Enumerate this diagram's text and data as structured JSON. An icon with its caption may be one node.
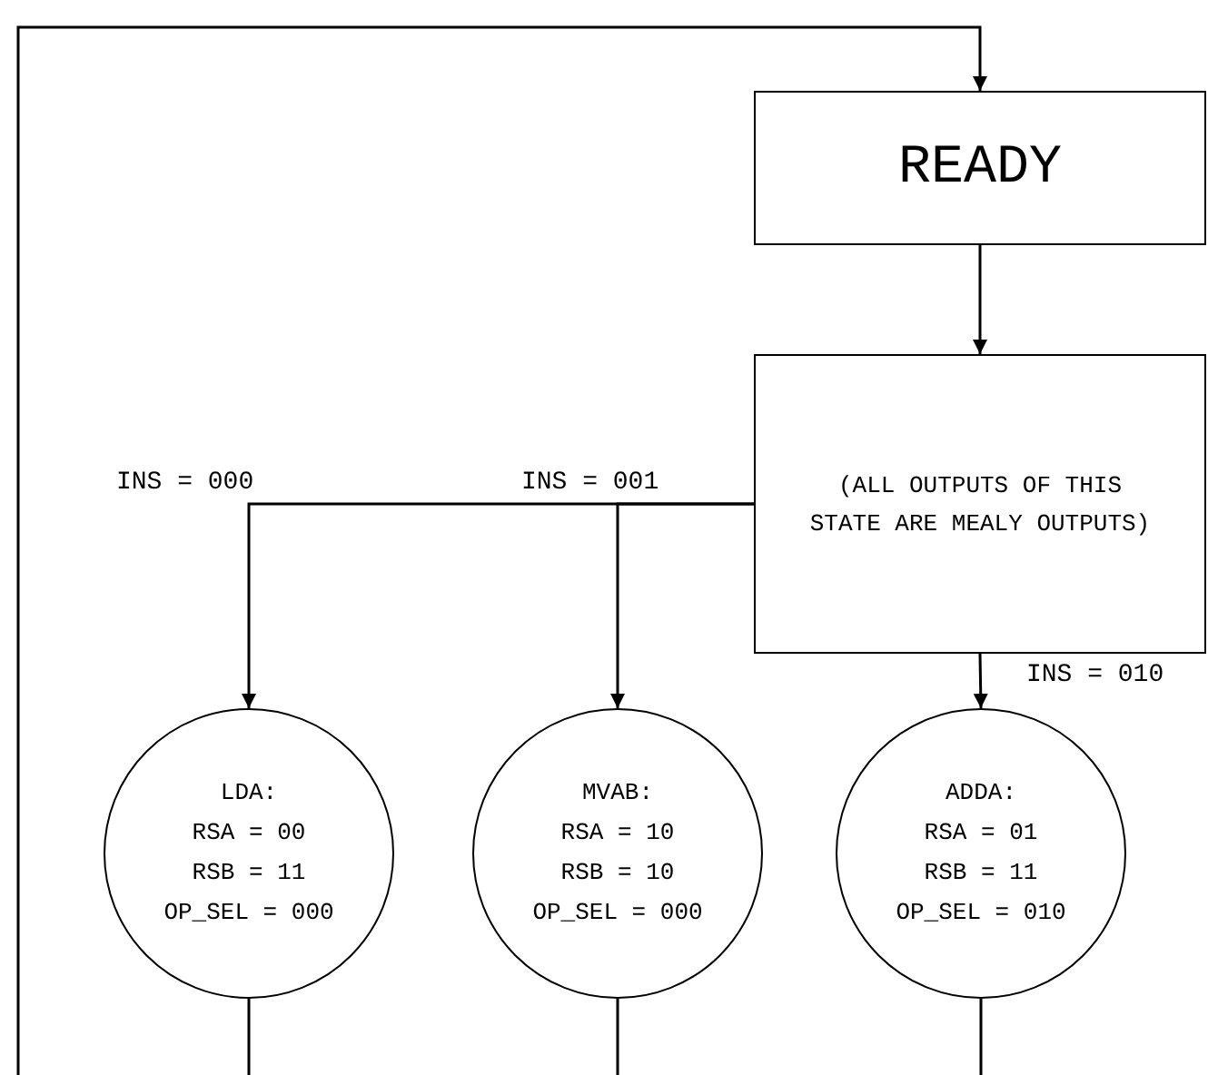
{
  "diagram": {
    "nodes": [
      {
        "text": [
          "READY"
        ]
      },
      {
        "text": [
          "(ALL OUTPUTS OF THIS STATE ARE MEALY OUTPUTS)"
        ]
      },
      {
        "text": [
          "LDA:",
          "RSA = 00",
          "RSB = 11",
          "OP_SEL = 000"
        ]
      },
      {
        "text": [
          "MVAB:",
          "RSA = 10",
          "RSB = 10",
          "OP_SEL = 000"
        ]
      },
      {
        "text": [
          "ADDA:",
          "RSA = 01",
          "RSB = 11",
          "OP_SEL = 010"
        ]
      }
    ],
    "edges": [
      {
        "from": null,
        "to": 0,
        "arrow": "to"
      },
      {
        "from": 0,
        "to": 1,
        "arrow": "to"
      },
      {
        "from": 1,
        "to": 2,
        "arrow": "to",
        "label": "INS = 000"
      },
      {
        "from": 1,
        "to": 3,
        "arrow": "to",
        "label": "INS = 001"
      },
      {
        "from": 1,
        "to": 4,
        "arrow": "to",
        "label": "INS = 010"
      },
      {
        "from": 2,
        "to": null,
        "arrow": "none"
      },
      {
        "from": 3,
        "to": null,
        "arrow": "none"
      },
      {
        "from": 4,
        "to": null,
        "arrow": "none"
      }
    ]
  }
}
